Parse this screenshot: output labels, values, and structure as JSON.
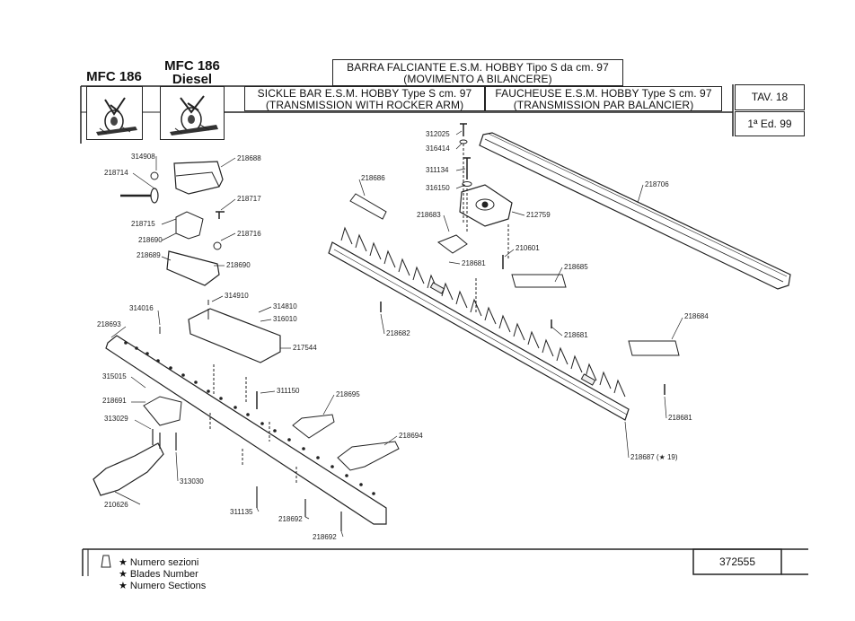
{
  "header": {
    "model_left": "MFC 186",
    "model_right_line1": "MFC 186",
    "model_right_line2": "Diesel",
    "title_it_line1": "BARRA FALCIANTE E.S.M. HOBBY Tipo S da cm. 97",
    "title_it_line2": "(MOVIMENTO A BILANCERE)",
    "title_en_line1": "SICKLE BAR E.S.M. HOBBY Type S cm. 97",
    "title_en_line2": "(TRANSMISSION WITH ROCKER ARM)",
    "title_fr_line1": "FAUCHEUSE E.S.M. HOBBY Type S cm. 97",
    "title_fr_line2": "(TRANSMISSION PAR BALANCIER)",
    "table": "TAV. 18",
    "edition": "1ª Ed. 99"
  },
  "parts": {
    "p314908": "314908",
    "p218714": "218714",
    "p218688": "218688",
    "p218717": "218717",
    "p218715": "218715",
    "p218690a": "218690",
    "p218716": "218716",
    "p218689": "218689",
    "p218690b": "218690",
    "p314910": "314910",
    "p314016": "314016",
    "p314810": "314810",
    "p316010": "316010",
    "p218693": "218693",
    "p217544": "217544",
    "p311150": "311150",
    "p218695": "218695",
    "p315015": "315015",
    "p218691": "218691",
    "p313029": "313029",
    "p218694": "218694",
    "p313030": "313030",
    "p210626": "210626",
    "p311135": "311135",
    "p218692a": "218692",
    "p218692b": "218692",
    "p312025": "312025",
    "p316414": "316414",
    "p311134": "311134",
    "p316150": "316150",
    "p218686": "218686",
    "p218706": "218706",
    "p218683": "218683",
    "p212759": "212759",
    "p210601": "210601",
    "p218681a": "218681",
    "p218685": "218685",
    "p218682": "218682",
    "p218681b": "218681",
    "p218684": "218684",
    "p218681c": "218681",
    "p218687": "218687 (★ 19)"
  },
  "footer": {
    "legend_1": "★ Numero sezioni",
    "legend_2": "★ Blades Number",
    "legend_3": "★ Numero Sections",
    "code": "372555"
  },
  "colors": {
    "line": "#222222",
    "background": "#ffffff"
  }
}
